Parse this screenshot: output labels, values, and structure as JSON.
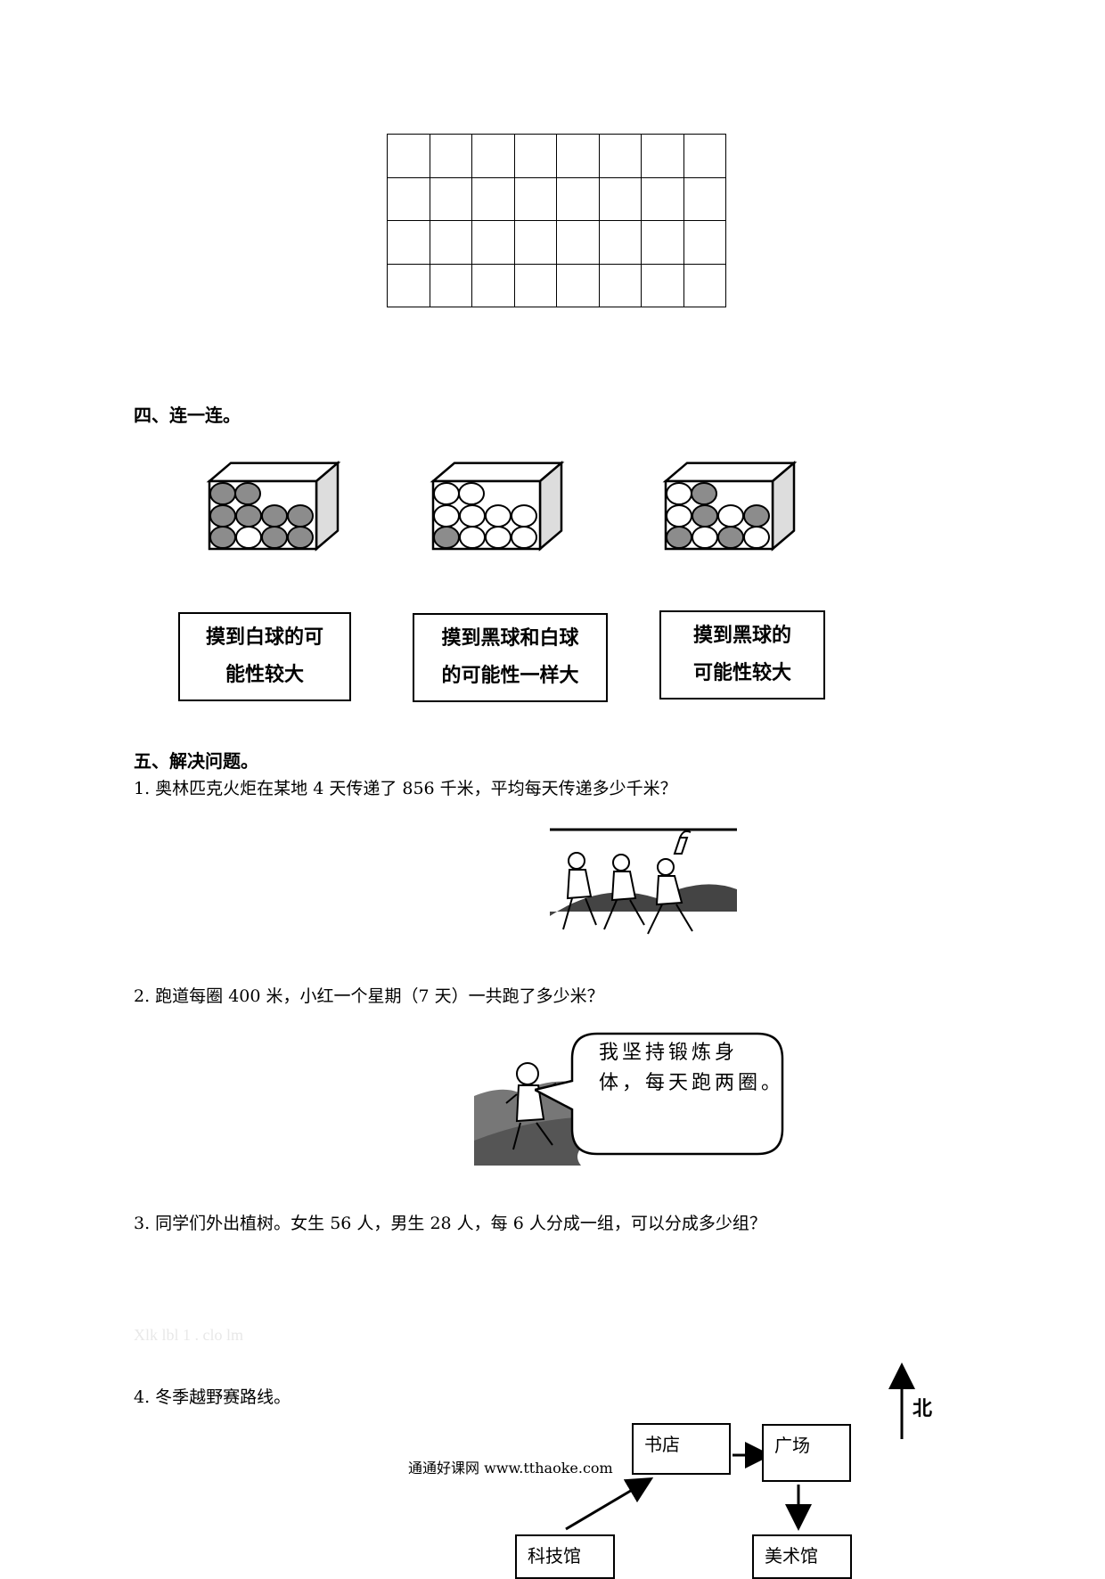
{
  "section4": {
    "heading": "四、连一连。",
    "labels": [
      "摸到白球的可能性较大",
      "摸到黑球和白球的可能性一样大",
      "摸到黑球的可能性较大"
    ],
    "label_lines": [
      [
        "摸到白球的可",
        "能性较大"
      ],
      [
        "摸到黑球和白球",
        "的可能性一样大"
      ],
      [
        "摸到黑球的",
        "可能性较大"
      ]
    ]
  },
  "boxes": [
    {
      "name": "box-1",
      "balls": [
        "gray",
        "gray",
        "gray",
        "gray",
        "gray",
        "gray",
        "gray",
        "white",
        "gray",
        "gray"
      ]
    },
    {
      "name": "box-2",
      "balls": [
        "white",
        "white",
        "white",
        "white",
        "white",
        "white",
        "gray",
        "white",
        "white",
        "white"
      ]
    },
    {
      "name": "box-3",
      "balls": [
        "white",
        "gray",
        "white",
        "gray",
        "white",
        "gray",
        "gray",
        "white",
        "gray",
        "white"
      ]
    }
  ],
  "section5": {
    "heading": "五、解决问题。",
    "q1": "1. 奥林匹克火炬在某地 4 天传递了 856 千米，平均每天传递多少千米？",
    "q2": "2. 跑道每圈 400 米，小红一个星期（7 天）一共跑了多少米？",
    "bubble_line1": "我坚持锻炼身",
    "bubble_line2": "体，每天跑两圈。",
    "q3": "3. 同学们外出植树。女生 56 人，男生 28 人，每 6 人分成一组，可以分成多少组？",
    "watermark": "Xlk lbl 1    . clo lm",
    "q4": "4.  冬季越野赛路线。"
  },
  "map": {
    "north": "北",
    "bookstore": "书店",
    "square": "广场",
    "science_museum": "科技馆",
    "art_museum": "美术馆"
  },
  "footer": "通通好课网  www.tthaoke.com"
}
